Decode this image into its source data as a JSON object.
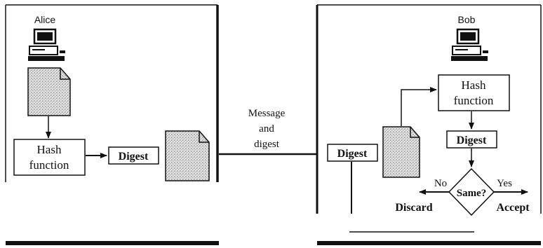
{
  "diagram": {
    "alice": {
      "name": "Alice",
      "hash_box_line1": "Hash",
      "hash_box_line2": "function",
      "digest_label": "Digest"
    },
    "channel": {
      "line1": "Message",
      "line2": "and",
      "line3": "digest"
    },
    "bob": {
      "name": "Bob",
      "received_digest_label": "Digest",
      "hash_box_line1": "Hash",
      "hash_box_line2": "function",
      "computed_digest_label": "Digest",
      "decision_label": "Same?",
      "no_label": "No",
      "yes_label": "Yes",
      "discard_label": "Discard",
      "accept_label": "Accept"
    },
    "colors": {
      "ink": "#111111",
      "paper_fill": "#d9d9d9",
      "background": "#ffffff"
    }
  }
}
